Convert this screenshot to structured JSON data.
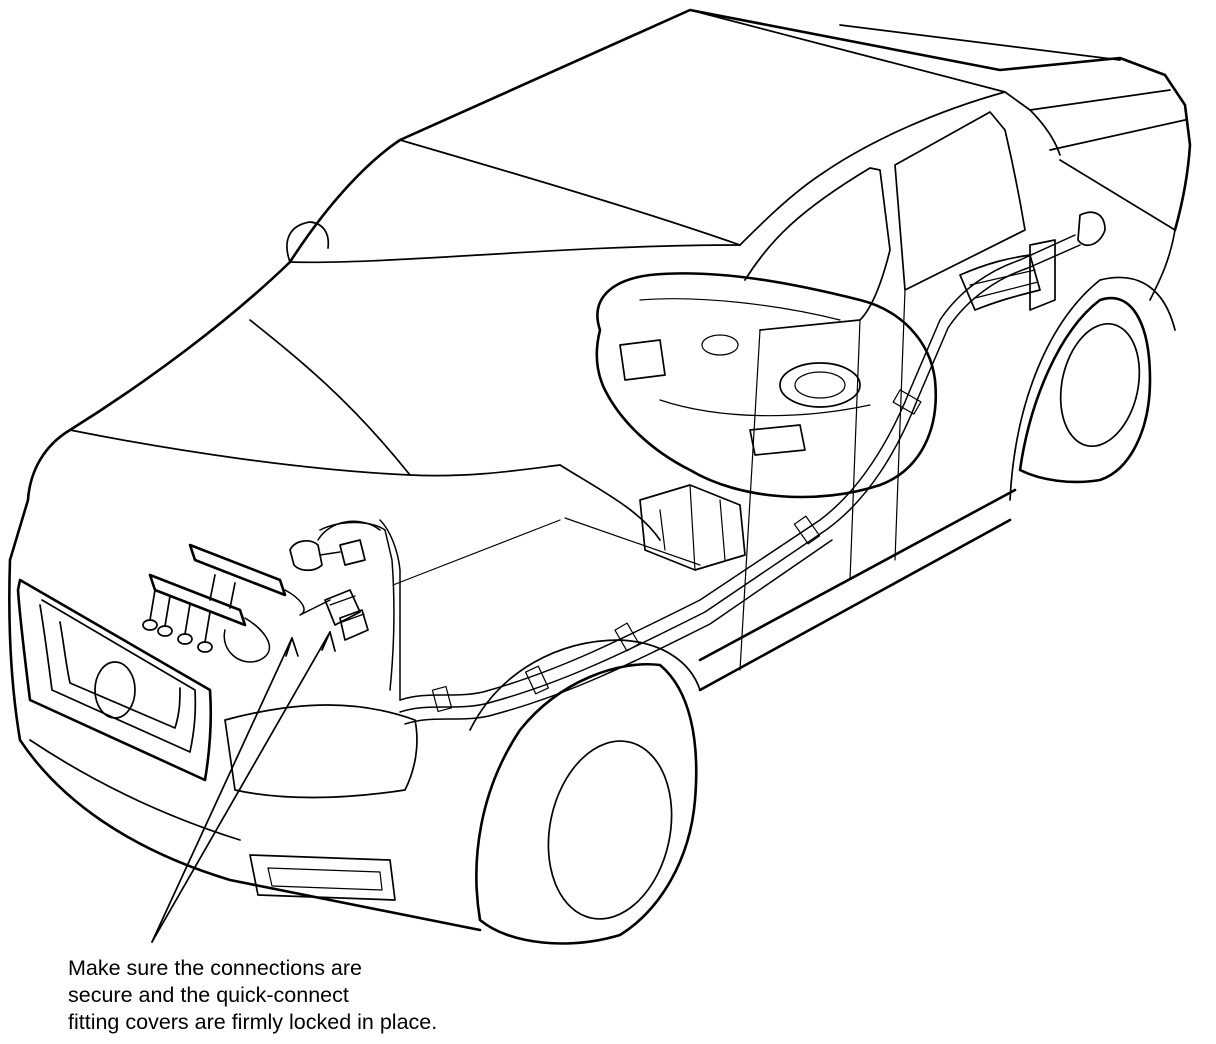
{
  "callout": {
    "lines": [
      "Make sure the connections are",
      "secure and the quick-connect",
      "fitting covers are firmly locked in place."
    ]
  },
  "colors": {
    "line": "#000000",
    "background": "#ffffff"
  }
}
